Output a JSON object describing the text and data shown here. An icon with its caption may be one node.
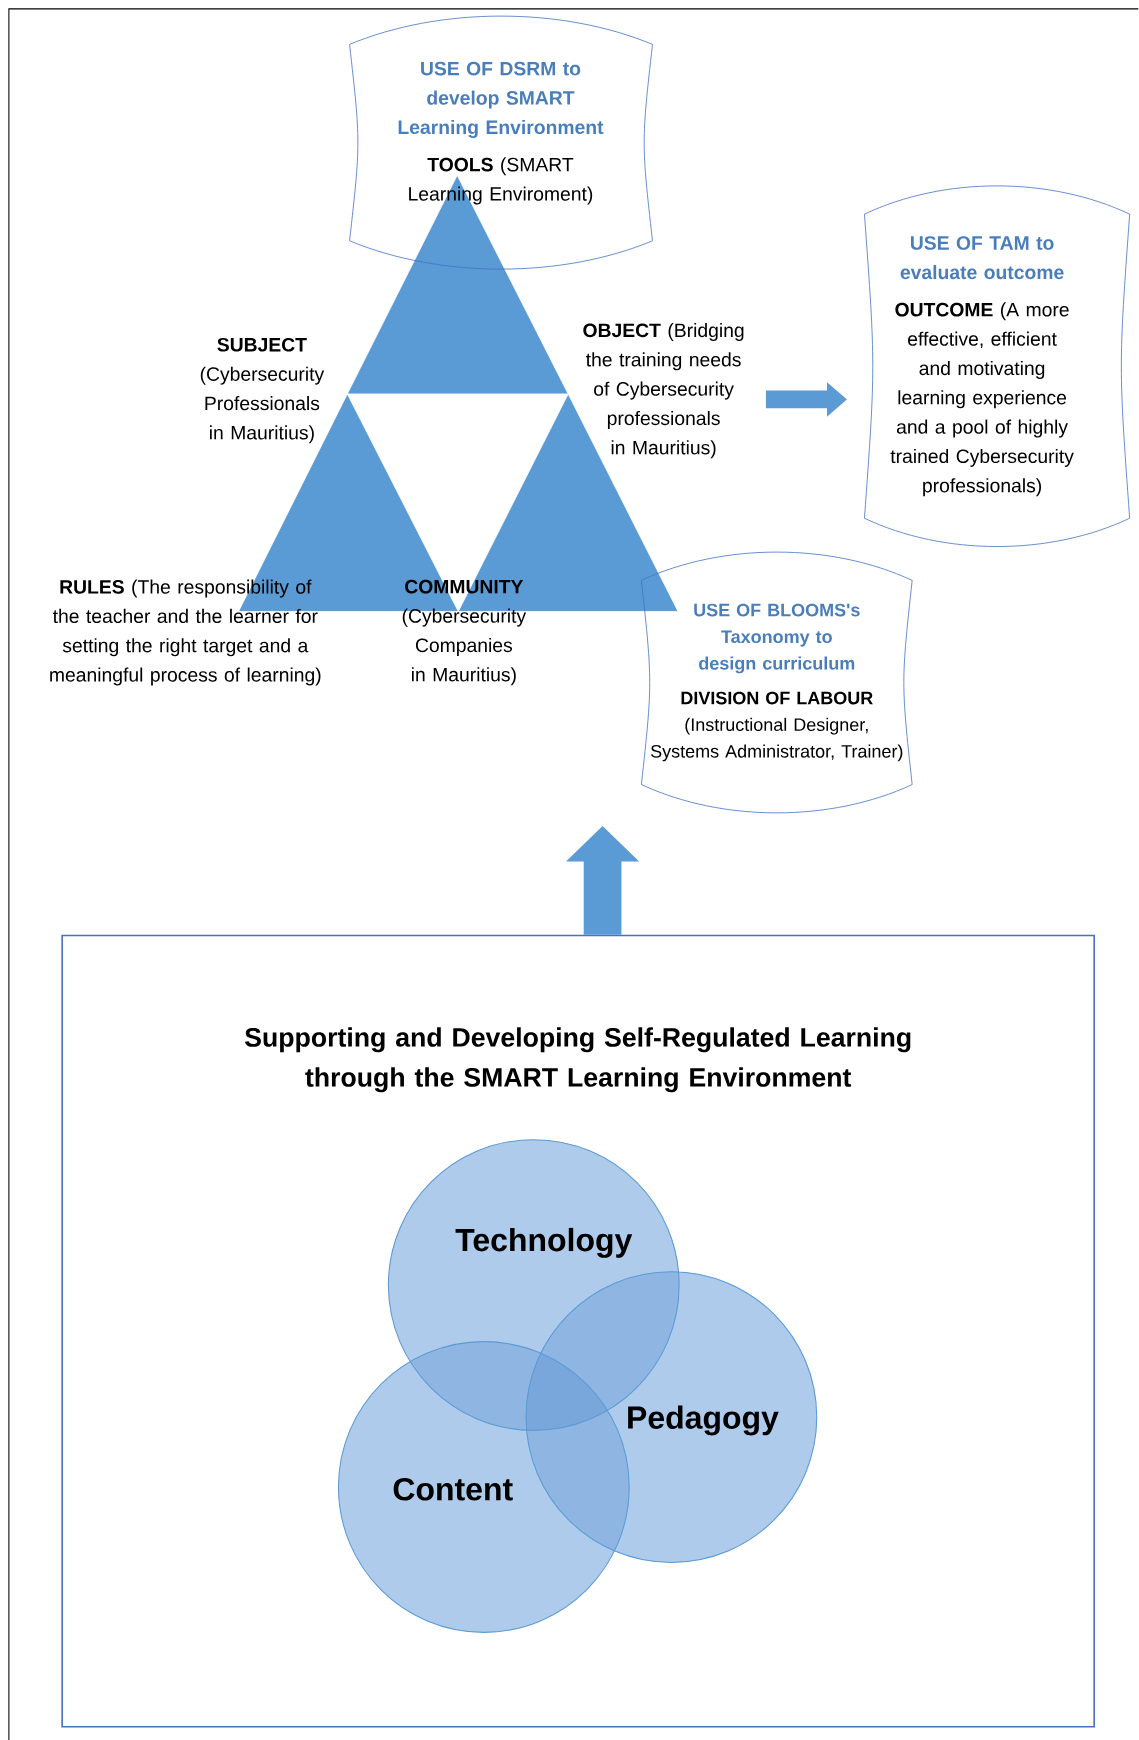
{
  "diagram": {
    "nodes": [
      {
        "text": [
          "USE OF DSRM to develop SMART Learning Environment",
          "**TOOLS** (SMART Learning Enviroment)"
        ]
      },
      {
        "text": [
          "**OBJECT** (Bridging the training needs of Cybersecurity professionals in Mauritius)"
        ]
      },
      {
        "text": [
          "USE OF TAM to evaluate outcome",
          "**OUTCOME** (A more effective, efficient and motivating learning experience and a pool of highly trained Cybersecurity professionals)"
        ]
      },
      {
        "text": [
          "USE OF BLOOMS's Taxonomy to design curriculum",
          "**DIVISION OF LABOUR** (Instructional Designer, Systems Administrator, Trainer)"
        ]
      },
      {
        "text": [
          "Supporting and Developing Self-Regulated Learning through the SMART Learning Environment"
        ]
      },
      {
        "text": [
          "Technology"
        ],
        "in": 4
      },
      {
        "text": [
          "Pedagogy"
        ],
        "in": 4
      },
      {
        "text": [
          "Content"
        ],
        "in": 4
      }
    ],
    "edges": [
      {
        "from": 1,
        "to": 2,
        "arrow": "to"
      },
      {
        "from": 4,
        "to": null,
        "arrow": "to",
        "style": "thick"
      }
    ],
    "labels": [
      "**SUBJECT** (Cybersecurity Professionals in Mauritius)",
      "**RULES** (The responsibility of the teacher and the learner for setting the right target and a meaningful process of learning)",
      "**COMMUNITY** (Cybersecurity Companies in Mauritius)"
    ]
  }
}
